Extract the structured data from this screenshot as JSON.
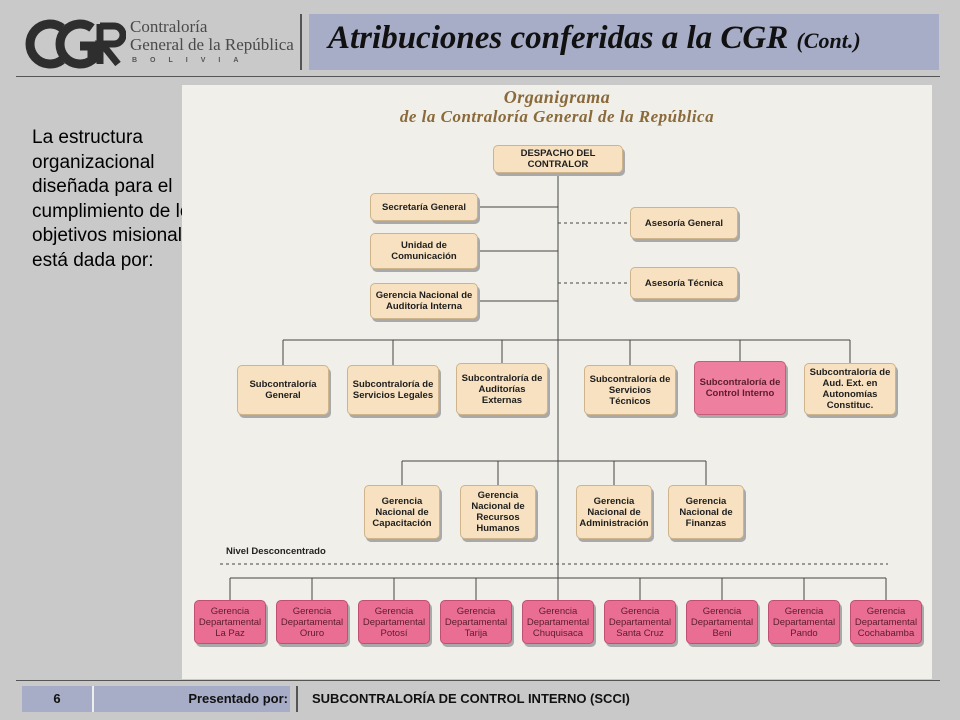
{
  "header": {
    "logo_line1": "Contraloría",
    "logo_line2": "General de la República",
    "logo_line3": "BOLIVIA",
    "title": "Atribuciones conferidas a la CGR",
    "title_suffix": "(Cont.)"
  },
  "intro_text": "La estructura organizacional diseñada para el cumplimiento de los objetivos misionales está dada por:",
  "chart": {
    "title_line1": "Organigrama",
    "title_line2": "de la Contraloría General de la República",
    "nivel_label": "Nivel Desconcentrado",
    "top": "DESPACHO DEL CONTRALOR",
    "staff_left": [
      "Secretaría General",
      "Unidad de Comunicación",
      "Gerencia Nacional de Auditoría Interna"
    ],
    "staff_right": [
      "Asesoría General",
      "Asesoría Técnica"
    ],
    "subcontralorias": [
      "Subcontraloría General",
      "Subcontraloría de Servicios Legales",
      "Subcontraloría de Auditorías Externas",
      "Subcontraloría de Servicios Técnicos",
      "Subcontraloría de Control Interno",
      "Subcontraloría de Aud. Ext. en Autonomías Constituc."
    ],
    "gerencias": [
      "Gerencia Nacional de Capacitación",
      "Gerencia Nacional de Recursos Humanos",
      "Gerencia Nacional de Administración",
      "Gerencia Nacional de Finanzas"
    ],
    "departamentales": [
      "Gerencia Departamental La Paz",
      "Gerencia Departamental Oruro",
      "Gerencia Departamental Potosí",
      "Gerencia Departamental Tarija",
      "Gerencia Departamental Chuquisaca",
      "Gerencia Departamental Santa Cruz",
      "Gerencia Departamental Beni",
      "Gerencia Departamental Pando",
      "Gerencia Departamental Cochabamba"
    ],
    "colors": {
      "box": "#f7e1c0",
      "highlight": "#ef7f9f",
      "departamental": "#ea6e93"
    }
  },
  "footer": {
    "slide_number": "6",
    "presented_by": "Presentado por:",
    "presenter": "SUBCONTRALORÍA DE CONTROL INTERNO (SCCI)"
  }
}
